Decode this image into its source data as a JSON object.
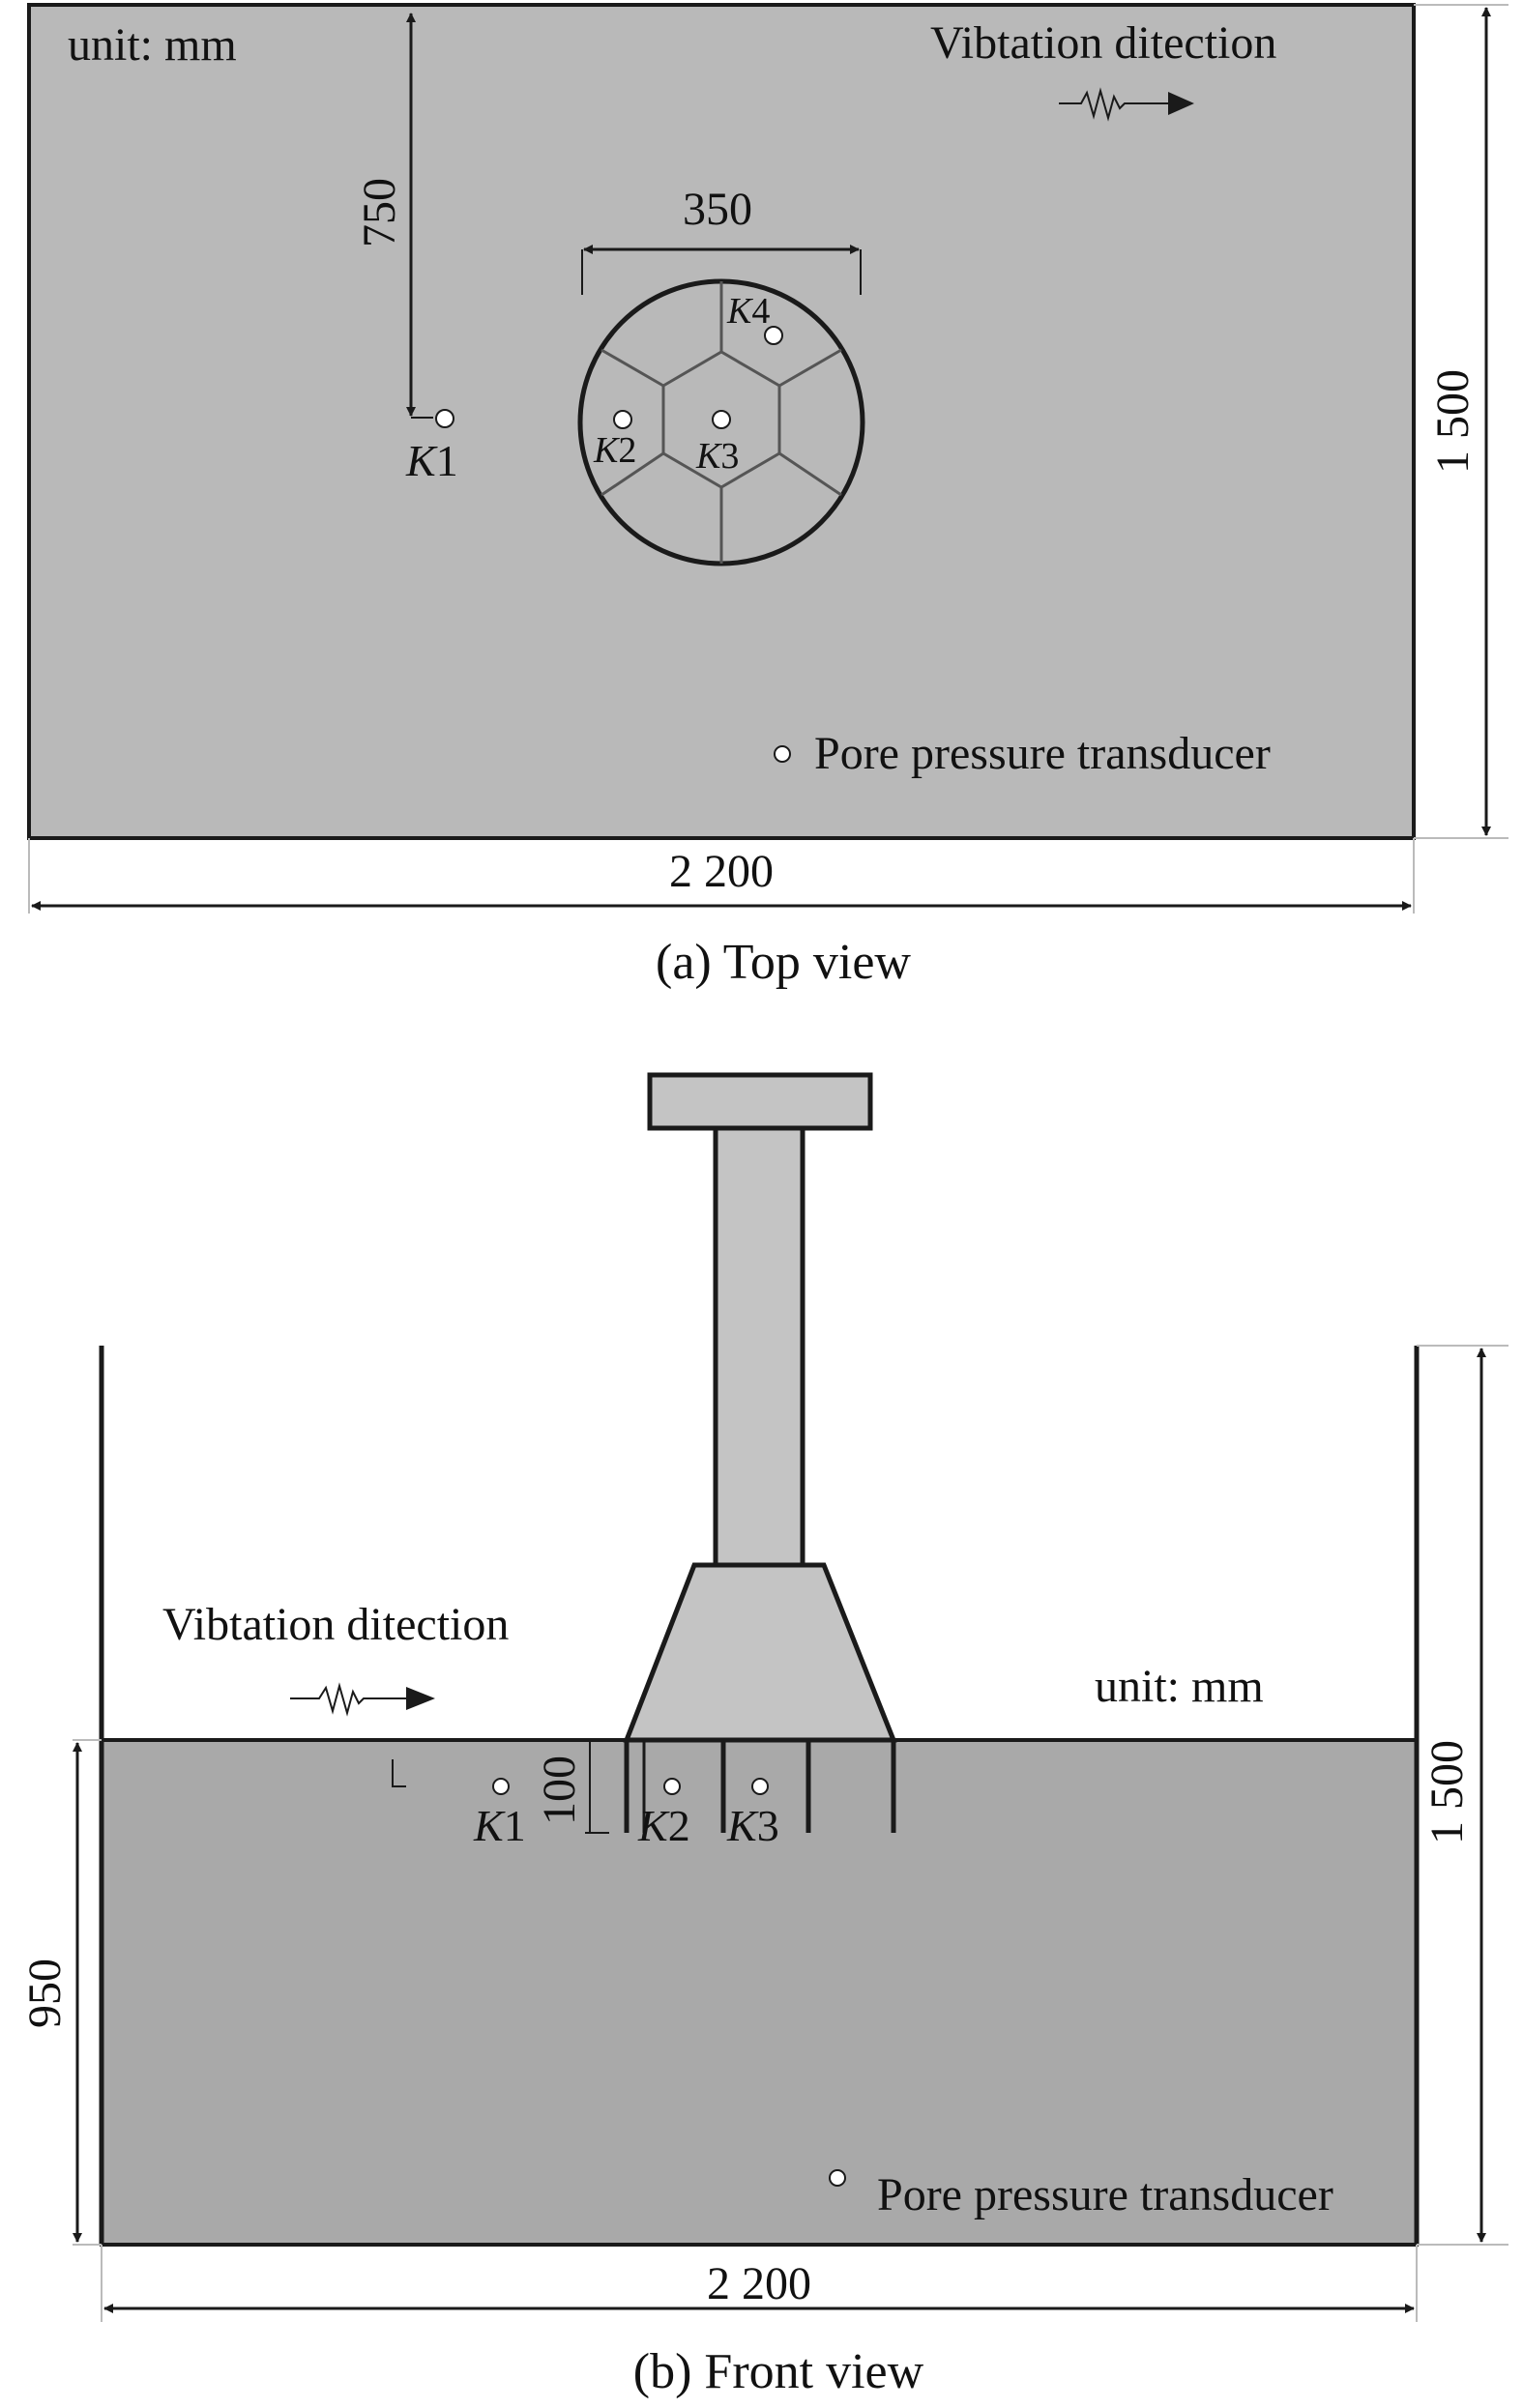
{
  "top_view": {
    "unit_label": "unit: mm",
    "vibration_label": "Vibtation ditection",
    "dim_width": "2 200",
    "dim_height": "1 500",
    "dim_offset": "750",
    "dim_diameter": "350",
    "k1_italic": "K",
    "k1_num": "1",
    "k2_italic": "K",
    "k2_num": "2",
    "k3_italic": "K",
    "k3_num": "3",
    "k4_italic": "K",
    "k4_num": "4",
    "legend_label": "Pore pressure transducer",
    "caption": "(a) Top view"
  },
  "front_view": {
    "unit_label": "unit: mm",
    "vibration_label": "Vibtation ditection",
    "dim_width": "2 200",
    "dim_height": "1 500",
    "dim_soil_depth": "950",
    "dim_skirt_depth": "100",
    "k1_italic": "K",
    "k1_num": "1",
    "k2_italic": "K",
    "k2_num": "2",
    "k3_italic": "K",
    "k3_num": "3",
    "legend_label": "Pore pressure transducer",
    "caption": "(b) Front view"
  },
  "colors": {
    "soil_fill_top": "#b9b9b9",
    "soil_fill_front": "#a9a9a9",
    "structure_fill": "#c4c4c4",
    "line": "#1a1a1a"
  }
}
